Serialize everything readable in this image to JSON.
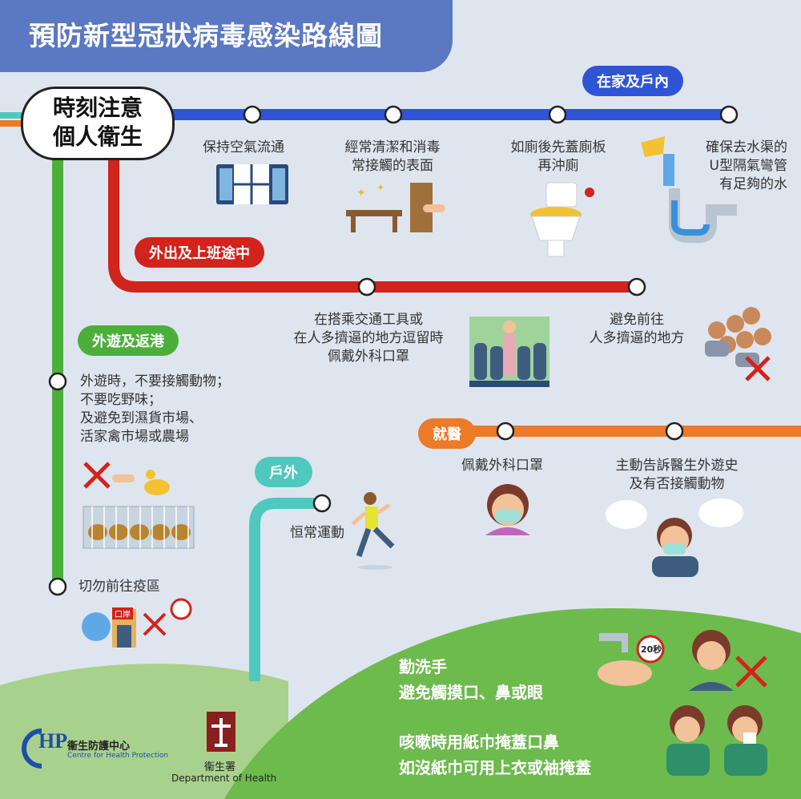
{
  "title": "預防新型冠狀病毒感染路線圖",
  "hub": {
    "line1": "時刻注意",
    "line2": "個人衛生"
  },
  "sections": {
    "home": "在家及戶內",
    "commute": "外出及上班途中",
    "travel": "外遊及返港",
    "outdoor": "戶外",
    "medical": "就醫"
  },
  "home_stops": {
    "ventilation": "保持空氣流通",
    "clean_1": "經常清潔和消毒",
    "clean_2": "常接觸的表面",
    "toilet_1": "如廁後先蓋廁板",
    "toilet_2": "再沖廁",
    "drain_1": "確保去水渠的",
    "drain_2": "U型隔氣彎管",
    "drain_3": "有足夠的水"
  },
  "commute_stops": {
    "mask_1": "在搭乘交通工具或",
    "mask_2": "在人多擠逼的地方逗留時",
    "mask_3": "佩戴外科口罩",
    "crowd_1": "避免前往",
    "crowd_2": "人多擠逼的地方"
  },
  "travel_stops": {
    "animals_1": "外遊時，不要接觸動物；",
    "animals_2": "不要吃野味；",
    "animals_3": "及避免到濕貨市場、",
    "animals_4": "活家禽市場或農場",
    "avoid_area": "切勿前往疫區"
  },
  "outdoor_stops": {
    "exercise": "恒常運動"
  },
  "medical_stops": {
    "mask": "佩戴外科口罩",
    "history_1": "主動告訴醫生外遊史",
    "history_2": "及有否接觸動物"
  },
  "bottom": {
    "wash_1": "勤洗手",
    "wash_2": "避免觸摸口、鼻或眼",
    "cough_1": "咳嗽時用紙巾掩蓋口鼻",
    "cough_2": "如沒紙巾可用上衣或袖掩蓋",
    "seconds": "20秒"
  },
  "logos": {
    "chp_letters": "HP",
    "chp_cn": "衞生防護中心",
    "chp_en": "Centre for Health Protection",
    "doh_cn": "衞生署",
    "doh_en": "Department of Health",
    "port_sign": "口岸"
  },
  "colors": {
    "blue_line": "#2f54d6",
    "red_line": "#d2231c",
    "green_line": "#4caf3a",
    "teal_line": "#4fc8bd",
    "orange_line": "#ec7a28",
    "title_bg": "#5b78c2"
  }
}
